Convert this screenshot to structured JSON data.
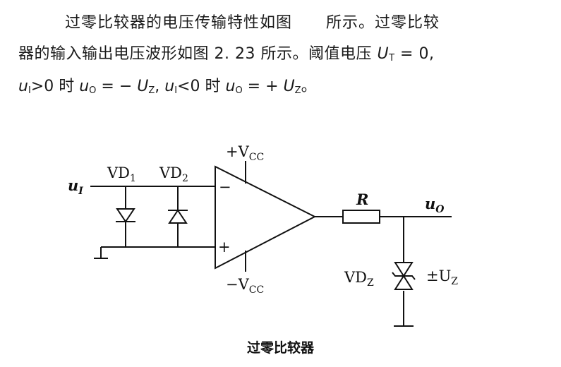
{
  "text": {
    "line1_a": "过零比较器的电压传输特性如图",
    "line1_b": "所示。过零比较",
    "line2_a": "器的输入输出电压波形如图 2. 23 所示。阈值电压 ",
    "line2_ut": "U",
    "line2_ut_sub": "T",
    "line2_b": " = 0,",
    "line3_u1": "u",
    "line3_u1_sub": "I",
    "line3_a": ">0 时 ",
    "line3_uo": "u",
    "line3_uo_sub": "O",
    "line3_b": " = − ",
    "line3_uz": "U",
    "line3_uz_sub": "Z",
    "line3_c": ", ",
    "line3_u1b": "u",
    "line3_u1b_sub": "I",
    "line3_d": "<0 时 ",
    "line3_uo2": "u",
    "line3_uo2_sub": "O",
    "line3_e": " = + ",
    "line3_uz2": "U",
    "line3_uz2_sub": "Z",
    "line3_f": "。"
  },
  "diagram": {
    "input_label": "u",
    "input_sub": "I",
    "vd1_label": "VD",
    "vd1_sub": "1",
    "vd2_label": "VD",
    "vd2_sub": "2",
    "vcc_pos": "+V",
    "vcc_pos_sub": "CC",
    "vcc_neg": "−V",
    "vcc_neg_sub": "CC",
    "minus_sign": "−",
    "plus_sign": "+",
    "resistor_label": "R",
    "output_label": "u",
    "output_sub": "O",
    "vdz_label": "VD",
    "vdz_sub": "Z",
    "uz_label": "±U",
    "uz_sub": "Z"
  },
  "caption": "过零比较器"
}
